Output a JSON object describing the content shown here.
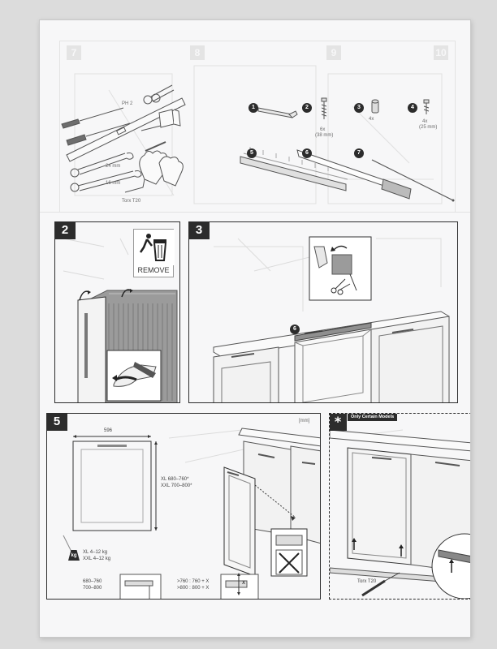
{
  "faint_panel": {
    "step_numbers": [
      "7",
      "8",
      "9",
      "10"
    ],
    "tool_labels": {
      "phillips": "PH 2",
      "wrench24": "24 mm",
      "wrench16": "16 mm",
      "torx": "Torx T20"
    },
    "parts": [
      {
        "num": "1",
        "qty": ""
      },
      {
        "num": "2",
        "qty": "6x",
        "size": "(38 mm)"
      },
      {
        "num": "3",
        "qty": "4x",
        "size": ""
      },
      {
        "num": "4",
        "qty": "4x",
        "size": "(25 mm)"
      },
      {
        "num": "5",
        "qty": ""
      },
      {
        "num": "6",
        "qty": ""
      },
      {
        "num": "7",
        "qty": ""
      }
    ]
  },
  "step2": {
    "number": "2",
    "remove_label": "REMOVE"
  },
  "step3": {
    "number": "3",
    "callout": "6"
  },
  "step5": {
    "number": "5",
    "unit": "[mm]",
    "width": "596",
    "height_xl": "XL   680–760*",
    "height_xxl": "XXL  700–800*",
    "kg_badge": "kg",
    "weight_xl": "XL    4–12 kg",
    "weight_xxl": "XXL  4–12 kg",
    "range_a1": "680–760",
    "range_a2": "700–800",
    "range_b1": ">760 : 760 + X",
    "range_b2": ">800 : 800 + X",
    "x_mark": "X"
  },
  "star": {
    "symbol": "*",
    "tag": "Only Certain Models",
    "torx": "Torx T20"
  },
  "colors": {
    "dark": "#2c2c2c",
    "line": "#555555",
    "faint": "#d8d8d8",
    "paper": "#f7f7f8"
  }
}
